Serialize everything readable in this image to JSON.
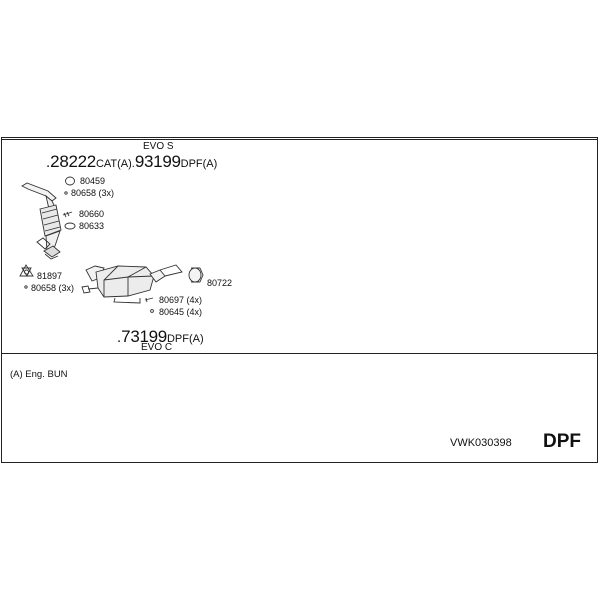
{
  "labels": {
    "evo_s": "EVO S",
    "cat_code": "28222",
    "cat_suffix": "CAT(A).",
    "dpf_code_top": "93199",
    "dpf_suffix_top": "DPF(A)",
    "dpf_code_bottom": "73199",
    "dpf_suffix_bottom": "DPF(A)",
    "evo_c": "EVO C",
    "note": "(A) Eng. BUN",
    "reference": "VWK030398",
    "category": "DPF"
  },
  "parts": {
    "p80459": "80459",
    "p80658a": "80658 (3x)",
    "p80660": "80660",
    "p80633": "80633",
    "p81897": "81897",
    "p80658b": "80658 (3x)",
    "p80722": "80722",
    "p80697": "80697 (4x)",
    "p80645": "80645 (4x)"
  }
}
